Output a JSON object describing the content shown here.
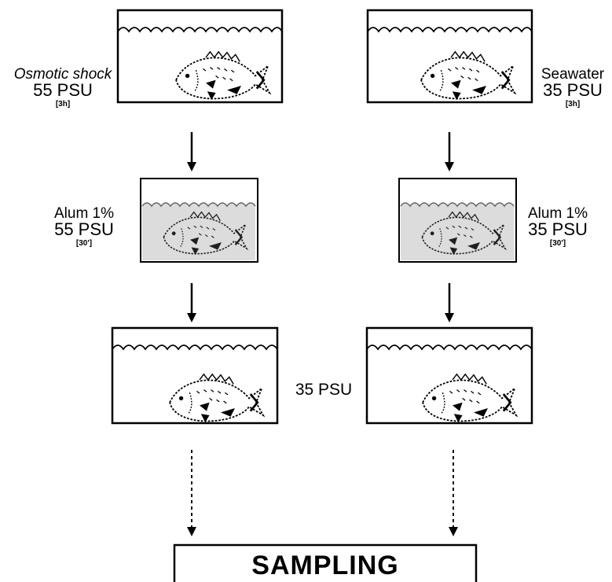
{
  "left_column": {
    "stage1": {
      "line1": "Osmotic shock",
      "line2": "55 PSU",
      "duration": "[3h]"
    },
    "stage2": {
      "line1": "Alum 1%",
      "line2": "55 PSU",
      "duration": "[30']"
    }
  },
  "right_column": {
    "stage1": {
      "line1": "Seawater",
      "line2": "35 PSU",
      "duration": "[3h]"
    },
    "stage2": {
      "line1": "Alum 1%",
      "line2": "35 PSU",
      "duration": "[30']"
    }
  },
  "recovery_label": "35 PSU",
  "sampling_label": "SAMPLING",
  "colors": {
    "tank_outline": "#000000",
    "alum_fill": "#dcdcdc",
    "background": "#ffffff"
  },
  "icons": [
    "wave-icon",
    "fish-icon",
    "arrow-down-icon",
    "dashed-arrow-down-icon"
  ]
}
